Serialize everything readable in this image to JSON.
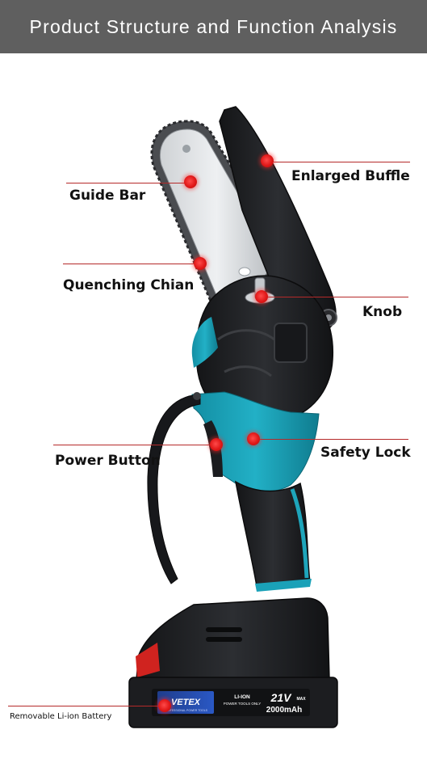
{
  "header": {
    "title": "Product Structure and Function Analysis"
  },
  "labels": {
    "enlarged_buffle": "Enlarged Buffle",
    "guide_bar": "Guide Bar",
    "quenching_chian": "Quenching Chian",
    "knob": "Knob",
    "power_button": "Power Button",
    "safety_lock": "Safety Lock",
    "battery": "Removable Li-ion Battery"
  },
  "battery_badge": {
    "brand": "VETEX",
    "brand_sub": "PROFESSIONAL POWER TOOLS",
    "chem": "LI-ION",
    "chem_sub": "POWER TOOLS ONLY",
    "voltage": "21V",
    "voltage_suffix": "MAX",
    "capacity": "2000mAh"
  },
  "colors": {
    "header_bg": "#5f5f5f",
    "accent_teal": "#1aa1b8",
    "body_black": "#1e1f22",
    "marker_red": "#e01818",
    "leader_red": "#b52a2a"
  }
}
